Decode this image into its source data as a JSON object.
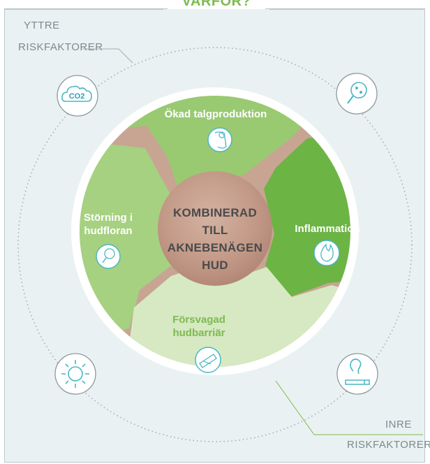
{
  "title": "VARFÖR?",
  "outer_factors": {
    "line1": "YTTRE",
    "line2": "RISKFAKTORER"
  },
  "inner_factors": {
    "line1": "INRE",
    "line2": "RISKFAKTORER"
  },
  "center": [
    "KOMBINERAD",
    "TILL",
    "AKNEBENÄGEN",
    "HUD"
  ],
  "segments": {
    "top": "Ökad talgproduktion",
    "left": [
      "Störning i",
      "hudfloran"
    ],
    "right": "Inflammation",
    "bottom": [
      "Försvagad",
      "hudbarriär"
    ]
  },
  "co2_label": "CO2",
  "colors": {
    "green_light": "#a7d07e",
    "green_mid": "#8cc466",
    "green_dark": "#6cb444",
    "green_pale": "#d6e9c2",
    "skin": "#c9a594",
    "panel": "#eaf1f2",
    "icon_blue": "#4ab7c6"
  },
  "icons": [
    "co2-icon",
    "bacteria-magnifier-icon",
    "sun-icon",
    "cigarette-icon",
    "face-icon",
    "flame-icon",
    "barrier-icon"
  ]
}
